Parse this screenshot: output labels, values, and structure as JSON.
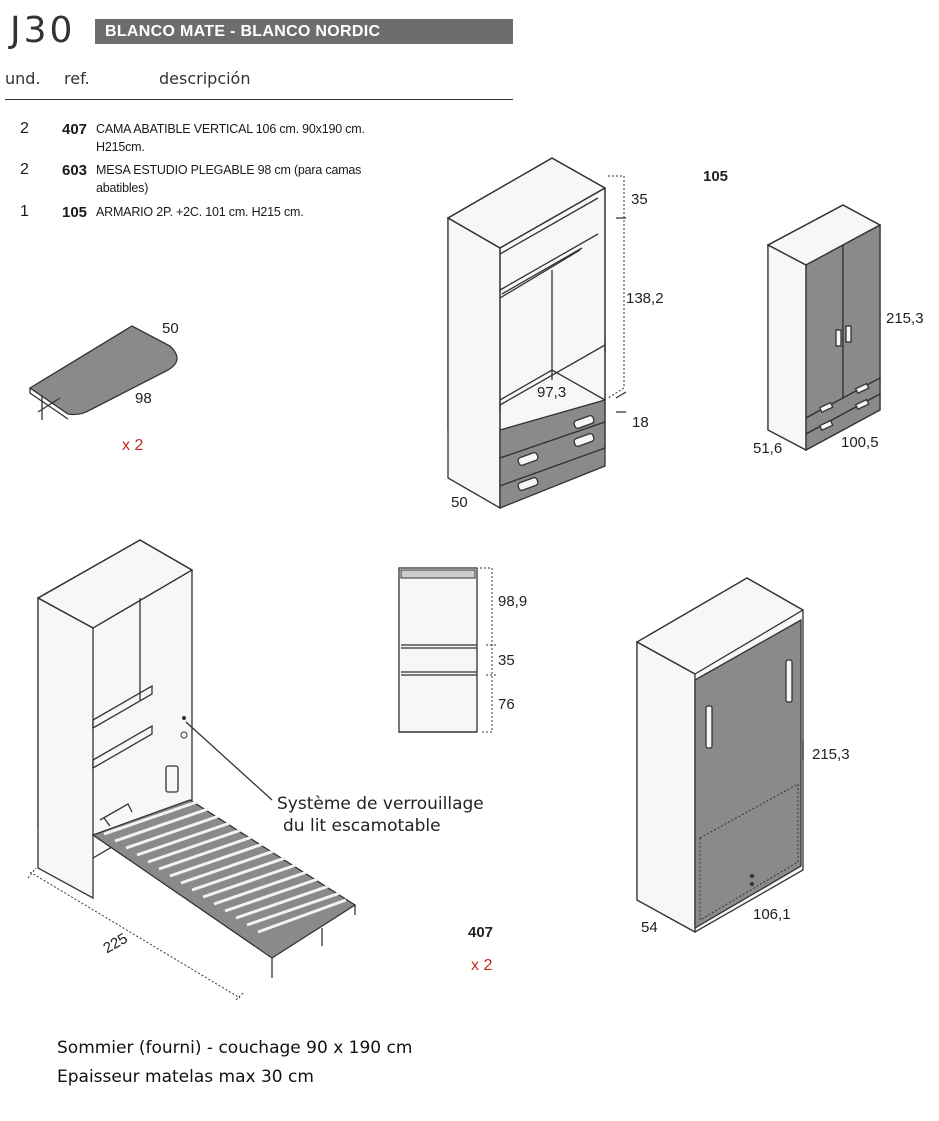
{
  "header": {
    "code": "J30",
    "finish": "BLANCO MATE - BLANCO NORDIC",
    "columns": {
      "units": "und.",
      "reference": "ref.",
      "description": "descripción"
    }
  },
  "items": [
    {
      "qty": "2",
      "ref": "407",
      "desc_line1": "CAMA ABATIBLE VERTICAL 106 cm. 90x190 cm.",
      "desc_line2": "H215cm."
    },
    {
      "qty": "2",
      "ref": "603",
      "desc_line1": "MESA ESTUDIO PLEGABLE 98 cm (para camas",
      "desc_line2": "abatibles)"
    },
    {
      "qty": "1",
      "ref": "105",
      "desc_line1": "ARMARIO 2P. +2C. 101 cm. H215 cm.",
      "desc_line2": ""
    }
  ],
  "desk": {
    "depth": "50",
    "width": "98",
    "multiplier": "x 2"
  },
  "wardrobe_open": {
    "top": "35",
    "height": "138,2",
    "width": "97,3",
    "drawer": "18",
    "depth": "50"
  },
  "wardrobe_closed": {
    "ref": "105",
    "height": "215,3",
    "depth": "51,6",
    "width": "100,5"
  },
  "side_section": {
    "upper": "98,9",
    "middle": "35",
    "lower": "76"
  },
  "bed_open": {
    "length": "225",
    "note_line1": "Système de verrouillage",
    "note_line2": "du lit escamotable"
  },
  "bed_closed": {
    "ref": "407",
    "multiplier": "x 2",
    "height": "215,3",
    "depth": "54",
    "width": "106,1"
  },
  "footer": {
    "line1": "Sommier (fourni) - couchage 90 x 190 cm",
    "line2": "Epaisseur matelas max  30 cm"
  },
  "colors": {
    "banner": "#6d6d6d",
    "panel": "#8a8a8a",
    "accent_red": "#c0281e"
  }
}
